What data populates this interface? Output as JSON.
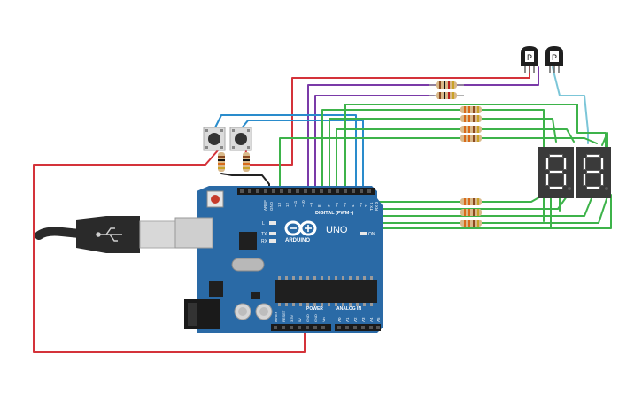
{
  "transistors": [
    {
      "label": "P"
    },
    {
      "label": "P"
    }
  ],
  "display": {
    "digits": [
      "8.",
      "8."
    ]
  },
  "arduino": {
    "logo_text": "ARDUINO",
    "model_text": "UNO",
    "digital_header": "DIGITAL (PWM~)",
    "power_header": "POWER",
    "analog_header": "ANALOG IN",
    "led_labels": [
      "L",
      "TX",
      "RX"
    ],
    "on_label": "ON",
    "top_pin_labels": [
      "AREF",
      "GND",
      "13",
      "12",
      "~11",
      "~10",
      "~9",
      "8",
      "7",
      "~6",
      "~5",
      "4",
      "~3",
      "2",
      "TX 1",
      "RX 0"
    ],
    "power_pin_labels": [
      "IOREF",
      "RESET",
      "3.3V",
      "5V",
      "GND",
      "GND",
      "Vin"
    ],
    "analog_pin_labels": [
      "A0",
      "A1",
      "A2",
      "A3",
      "A4",
      "A5"
    ]
  },
  "colors": {
    "board": "#2a6aa6",
    "red_wire": "#d4333a",
    "purple_wire": "#7a3aa8",
    "green_wire": "#3db34a",
    "blue_wire": "#2a8ccc",
    "cyan_wire": "#7cc6d8",
    "black_wire": "#222222"
  }
}
